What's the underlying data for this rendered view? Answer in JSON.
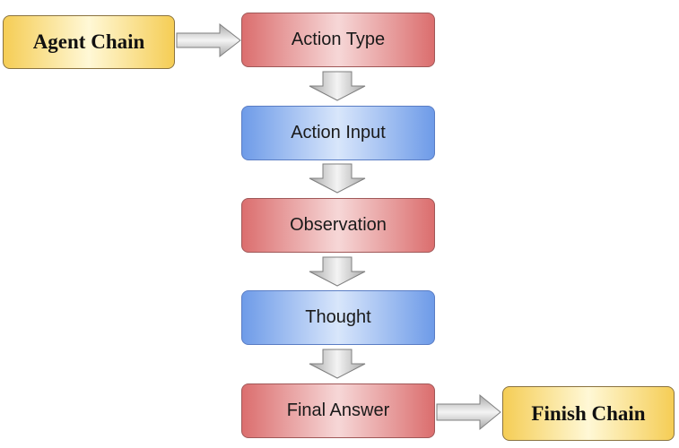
{
  "nodes": {
    "agent_chain": "Agent Chain",
    "action_type": "Action Type",
    "action_input": "Action Input",
    "observation": "Observation",
    "thought": "Thought",
    "final_answer": "Final Answer",
    "finish_chain": "Finish Chain"
  },
  "colors": {
    "step_red": "#db6e6e",
    "step_blue": "#6e9be8",
    "terminal_yellow": "#f5cd55",
    "arrow_gray": "#9a9a9a"
  }
}
